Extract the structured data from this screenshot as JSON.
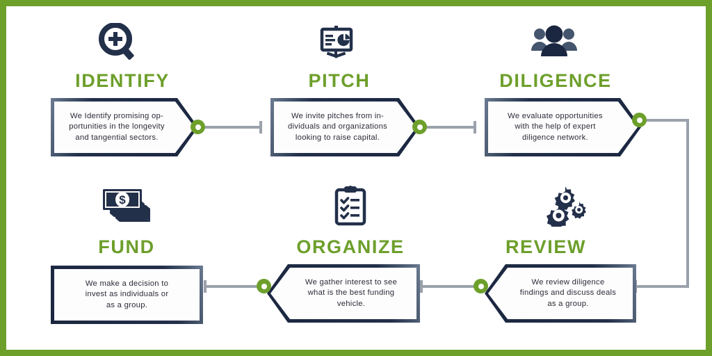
{
  "theme": {
    "frame_color": "#6d9f2b",
    "title_color": "#6d9f2b",
    "box_border_color": "#23304a",
    "box_fill_color": "#fdfdfd",
    "connector_color": "#9aa1ab",
    "connector_node_color": "#6d9f2b",
    "icon_color": "#23304a",
    "background": "#ffffff"
  },
  "diagram": {
    "type": "process-flow",
    "step_count": 6,
    "flow_order": [
      "IDENTIFY",
      "PITCH",
      "DILIGENCE",
      "REVIEW",
      "ORGANIZE",
      "FUND"
    ],
    "top_row_direction": "left-to-right",
    "bottom_row_direction": "right-to-left"
  },
  "steps": [
    {
      "id": "identify",
      "title": "IDENTIFY",
      "icon": "magnifier-plus-icon",
      "body": "We Identify promising op-\nportunities in the longevity\nand tangential sectors.",
      "lines": [
        "We Identify promising op-",
        "portunities in the longevity",
        "and tangential sectors."
      ],
      "shape": "arrow-right",
      "row": "top",
      "column": 1
    },
    {
      "id": "pitch",
      "title": "PITCH",
      "icon": "presentation-chart-icon",
      "body": "We invite pitches from in-\ndividuals and organizations\nlooking to raise capital.",
      "lines": [
        "We invite pitches from in-",
        "dividuals and organizations",
        "looking to raise capital."
      ],
      "shape": "arrow-right",
      "row": "top",
      "column": 2
    },
    {
      "id": "diligence",
      "title": "DILIGENCE",
      "icon": "people-group-icon",
      "body": "We evaluate opportunities\nwith the help of expert\ndiligence network.",
      "lines": [
        "We evaluate opportunities",
        "with the help of expert",
        "diligence network."
      ],
      "shape": "arrow-right",
      "row": "top",
      "column": 3
    },
    {
      "id": "fund",
      "title": "FUND",
      "icon": "money-bills-icon",
      "body": "We make a decision to\ninvest as individuals or\nas a group.",
      "lines": [
        "We make a decision to",
        "invest as individuals or",
        "as a group."
      ],
      "shape": "rectangle",
      "row": "bottom",
      "column": 1
    },
    {
      "id": "organize",
      "title": "ORGANIZE",
      "icon": "clipboard-checklist-icon",
      "body": "We gather interest to see\nwhat is the best funding\nvehicle.",
      "lines": [
        "We gather interest to see",
        "what is the best funding",
        "vehicle."
      ],
      "shape": "arrow-left",
      "row": "bottom",
      "column": 2
    },
    {
      "id": "review",
      "title": "REVIEW",
      "icon": "gears-icon",
      "body": "We review diligence\nfindings and discuss deals\nas a group.",
      "lines": [
        "We review diligence",
        "findings and discuss deals",
        "as a group."
      ],
      "shape": "arrow-left",
      "row": "bottom",
      "column": 3
    }
  ],
  "connectors": [
    {
      "id": "identify-to-pitch",
      "from": "identify",
      "to": "pitch",
      "path": "horizontal"
    },
    {
      "id": "pitch-to-diligence",
      "from": "pitch",
      "to": "diligence",
      "path": "horizontal"
    },
    {
      "id": "diligence-to-review",
      "from": "diligence",
      "to": "review",
      "path": "right-down-left"
    },
    {
      "id": "review-to-organize",
      "from": "review",
      "to": "organize",
      "path": "horizontal"
    },
    {
      "id": "organize-to-fund",
      "from": "organize",
      "to": "fund",
      "path": "horizontal"
    }
  ]
}
